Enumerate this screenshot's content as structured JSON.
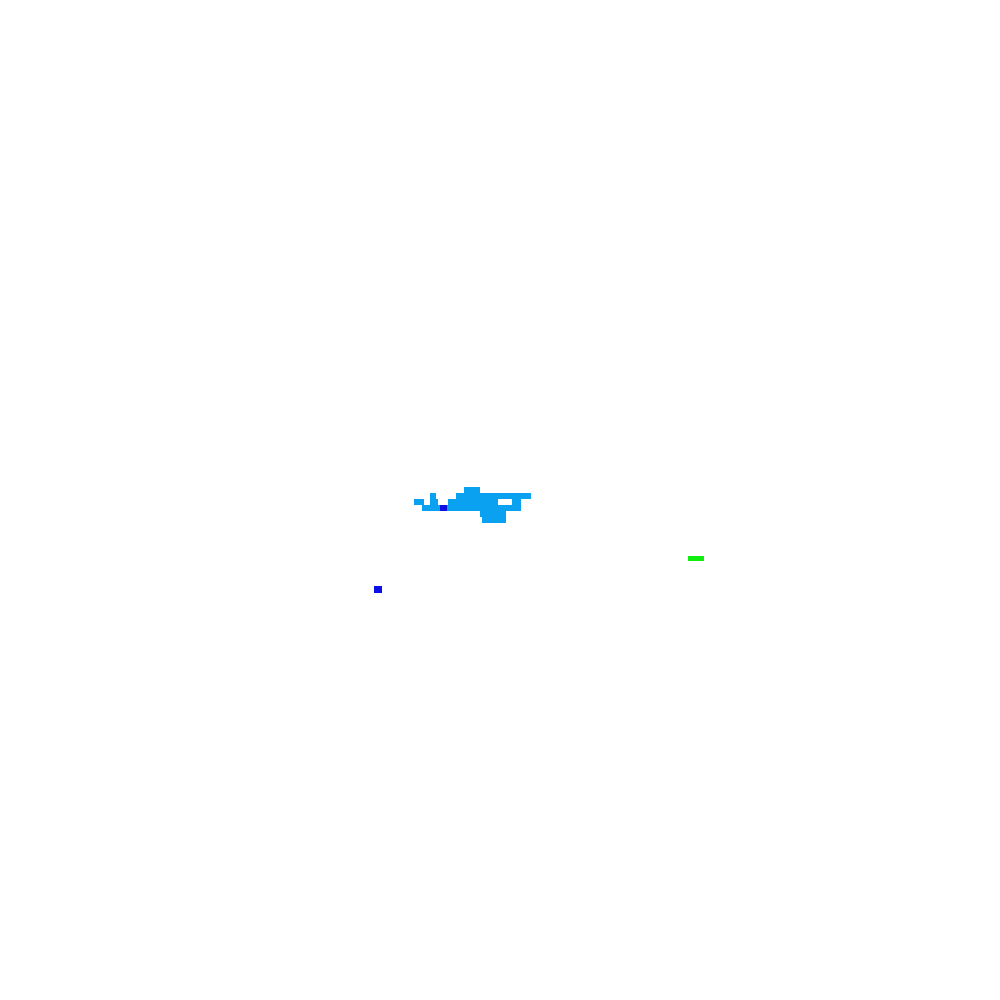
{
  "colors": {
    "background": "#ffffff",
    "cloud": "#0aa2f0",
    "cloud_core": "#1010e0",
    "marker_blue": "#0a10e6",
    "marker_green": "#10ee10"
  },
  "entities": [
    {
      "name": "pixel-cloud",
      "kind": "cluster",
      "color_key": "cloud"
    },
    {
      "name": "blue-marker",
      "kind": "square",
      "color_key": "marker_blue"
    },
    {
      "name": "green-marker",
      "kind": "bar",
      "color_key": "marker_green"
    }
  ]
}
